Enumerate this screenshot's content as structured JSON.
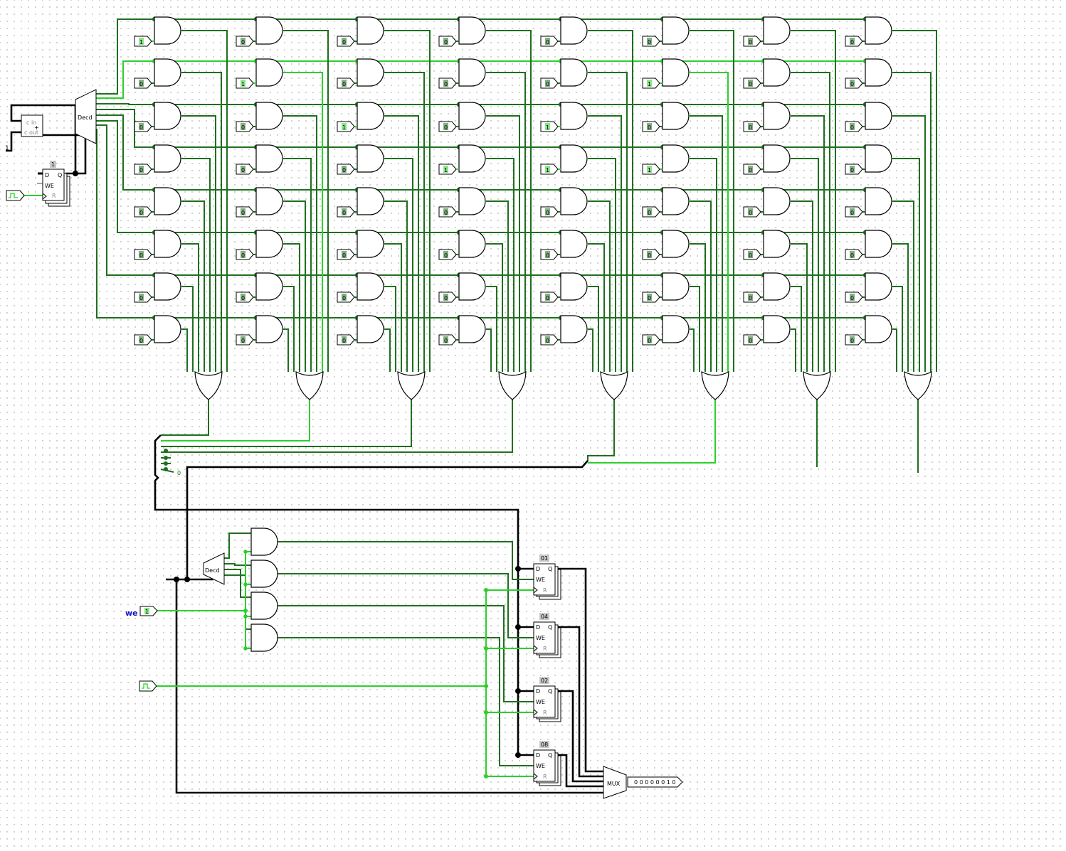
{
  "colors": {
    "wire_dark": "#1e6f1e",
    "wire_bright": "#2bd02b",
    "bus": "#000000",
    "gate_stroke": "#000000",
    "label_blue": "#1010cc"
  },
  "rom": {
    "rows": 8,
    "cols": 8,
    "input_values": [
      [
        "1",
        "0",
        "0",
        "0",
        "0",
        "0",
        "0",
        "0"
      ],
      [
        "0",
        "1",
        "0",
        "0",
        "0",
        "1",
        "0",
        "0"
      ],
      [
        "0",
        "0",
        "1",
        "0",
        "1",
        "0",
        "0",
        "0"
      ],
      [
        "0",
        "0",
        "0",
        "1",
        "1",
        "1",
        "0",
        "0"
      ],
      [
        "0",
        "0",
        "0",
        "0",
        "0",
        "0",
        "0",
        "0"
      ],
      [
        "0",
        "0",
        "0",
        "0",
        "0",
        "0",
        "0",
        "0"
      ],
      [
        "0",
        "0",
        "0",
        "0",
        "0",
        "0",
        "0",
        "0"
      ],
      [
        "0",
        "0",
        "0",
        "0",
        "0",
        "0",
        "0",
        "0"
      ]
    ]
  },
  "counter": {
    "adder_labels": [
      "c in",
      "+",
      "c out"
    ],
    "constant_label": "1",
    "register_tag": "1",
    "reg_pins": [
      "D",
      "Q",
      "WE",
      "R"
    ]
  },
  "decoders": {
    "top_label": "Decd",
    "bottom_label": "Decd"
  },
  "splitter_value": "0",
  "inputs": {
    "we_label": "we",
    "we_value": "1"
  },
  "registers": [
    {
      "tag": "01"
    },
    {
      "tag": "04"
    },
    {
      "tag": "02"
    },
    {
      "tag": "08"
    }
  ],
  "reg_pins": [
    "D",
    "Q",
    "WE",
    "R"
  ],
  "mux": {
    "label": "MUX"
  },
  "output": {
    "value": "0 0 0 0 0 0 1 0"
  }
}
